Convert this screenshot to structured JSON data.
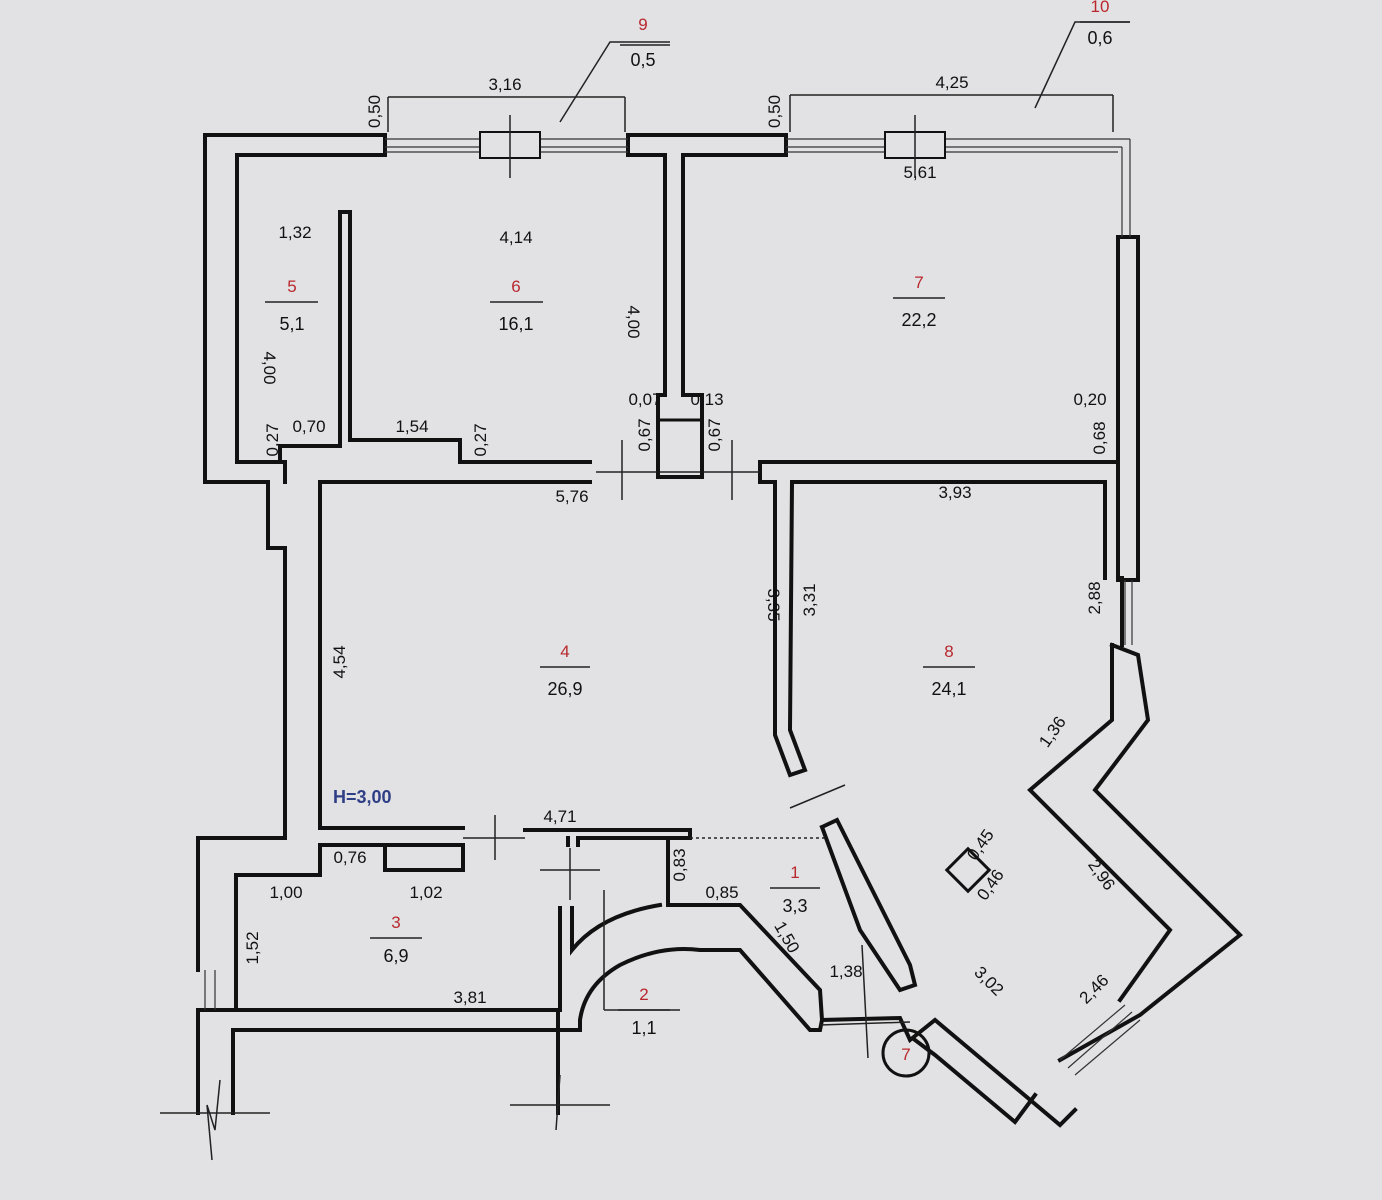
{
  "height_label": "H=3,00",
  "circle_label": "7",
  "rooms": [
    {
      "number": "1",
      "area": "3,3"
    },
    {
      "number": "2",
      "area": "1,1"
    },
    {
      "number": "3",
      "area": "6,9"
    },
    {
      "number": "4",
      "area": "26,9"
    },
    {
      "number": "5",
      "area": "5,1"
    },
    {
      "number": "6",
      "area": "16,1"
    },
    {
      "number": "7",
      "area": "22,2"
    },
    {
      "number": "8",
      "area": "24,1"
    },
    {
      "number": "9",
      "area": "0,5"
    },
    {
      "number": "10",
      "area": "0,6"
    }
  ],
  "dimensions": [
    "3,16",
    "0,50",
    "4,25",
    "0,50",
    "5,61",
    "1,32",
    "4,14",
    "4,00",
    "4,00",
    "0,07",
    "0,13",
    "0,20",
    "0,68",
    "0,27",
    "0,70",
    "1,54",
    "0,27",
    "0,67",
    "0,67",
    "5,76",
    "3,93",
    "3,35",
    "3,31",
    "2,88",
    "4,54",
    "1,36",
    "0,45",
    "0,46",
    "2,96",
    "4,71",
    "0,76",
    "1,00",
    "1,02",
    "0,83",
    "0,85",
    "1,50",
    "1,38",
    "1,52",
    "3,81",
    "3,02",
    "2,46"
  ],
  "colors": {
    "wall": "#111111",
    "room_number": "#b8282d",
    "height_label": "#2f3f86",
    "paper": "#e2e2e4"
  }
}
